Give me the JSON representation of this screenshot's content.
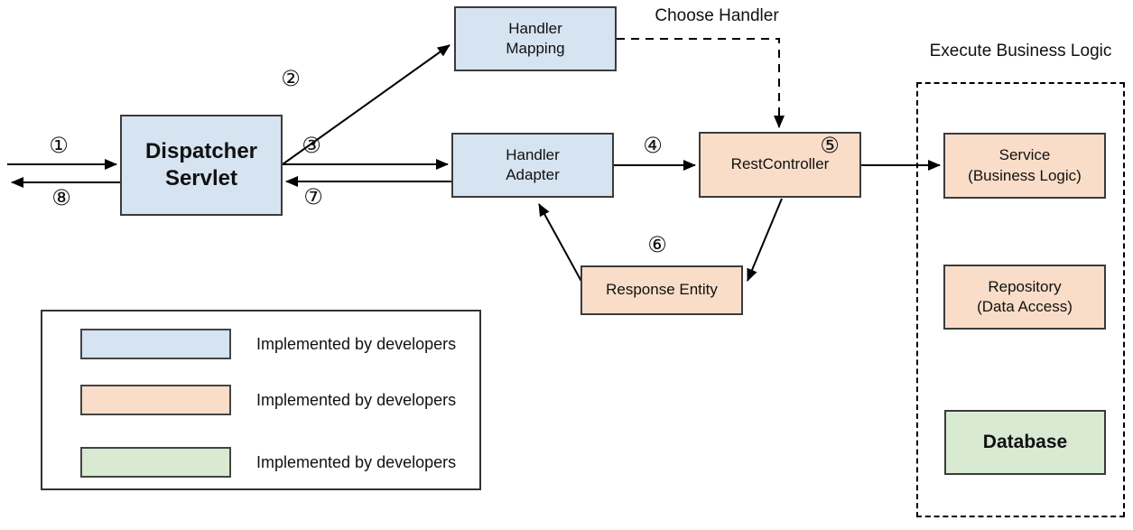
{
  "diagram": {
    "nodes": {
      "dispatcher_servlet": {
        "label": "Dispatcher\nServlet"
      },
      "handler_mapping": {
        "label": "Handler\nMapping"
      },
      "handler_adapter": {
        "label": "Handler\nAdapter"
      },
      "rest_controller": {
        "label": "RestController"
      },
      "response_entity": {
        "label": "Response Entity"
      },
      "service": {
        "label": "Service\n(Business Logic)"
      },
      "repository": {
        "label": "Repository\n(Data Access)"
      },
      "database": {
        "label": "Database"
      }
    },
    "annotations": {
      "choose_handler": "Choose Handler",
      "execute_business_logic": "Execute Business Logic"
    },
    "steps": [
      "①",
      "②",
      "③",
      "④",
      "⑤",
      "⑥",
      "⑦",
      "⑧"
    ],
    "colors": {
      "developer_blue": "#d6e3f1",
      "developer_orange": "#f9ddc9",
      "developer_green": "#d9ead3",
      "node_border": "#3b3b3b",
      "arrow": "#000000"
    }
  },
  "legend": {
    "items": [
      {
        "label": "Implemented by developers"
      },
      {
        "label": "Implemented by developers"
      },
      {
        "label": "Implemented by developers"
      }
    ]
  }
}
